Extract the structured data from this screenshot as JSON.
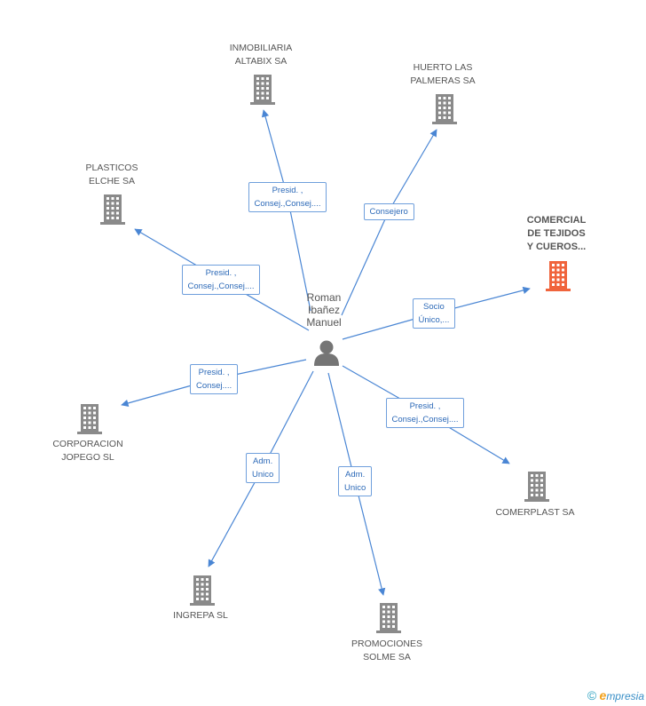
{
  "center": {
    "label_lines": [
      "Roman",
      "Ibañez",
      "Manuel"
    ],
    "icon": "person-icon"
  },
  "companies": [
    {
      "id": "inmobiliaria-altabix",
      "lines": [
        "INMOBILIARIA",
        "ALTABIX SA"
      ],
      "highlight": false
    },
    {
      "id": "huerto-las-palmeras",
      "lines": [
        "HUERTO LAS",
        "PALMERAS SA"
      ],
      "highlight": false
    },
    {
      "id": "plasticos-elche",
      "lines": [
        "PLASTICOS",
        "ELCHE SA"
      ],
      "highlight": false
    },
    {
      "id": "comercial-tejidos",
      "lines": [
        "COMERCIAL",
        "DE TEJIDOS",
        "Y CUEROS..."
      ],
      "highlight": true
    },
    {
      "id": "corporacion-jopego",
      "lines": [
        "CORPORACION",
        "JOPEGO SL"
      ],
      "highlight": false
    },
    {
      "id": "comerplast",
      "lines": [
        "COMERPLAST SA"
      ],
      "highlight": false
    },
    {
      "id": "ingrepa",
      "lines": [
        "INGREPA SL"
      ],
      "highlight": false
    },
    {
      "id": "promociones-solme",
      "lines": [
        "PROMOCIONES",
        "SOLME SA"
      ],
      "highlight": false
    }
  ],
  "relations": [
    {
      "target": "inmobiliaria-altabix",
      "lines": [
        "Presid. ,",
        "Consej.,Consej...."
      ]
    },
    {
      "target": "huerto-las-palmeras",
      "lines": [
        "Consejero"
      ]
    },
    {
      "target": "plasticos-elche",
      "lines": [
        "Presid. ,",
        "Consej.,Consej...."
      ]
    },
    {
      "target": "comercial-tejidos",
      "lines": [
        "Socio",
        "Único,..."
      ]
    },
    {
      "target": "corporacion-jopego",
      "lines": [
        "Presid. ,",
        "Consej...."
      ]
    },
    {
      "target": "comerplast",
      "lines": [
        "Presid. ,",
        "Consej.,Consej...."
      ]
    },
    {
      "target": "ingrepa",
      "lines": [
        "Adm.",
        "Unico"
      ]
    },
    {
      "target": "promociones-solme",
      "lines": [
        "Adm.",
        "Unico"
      ]
    }
  ],
  "colors": {
    "edge": "#4a86d4",
    "building": "#8a8a8a",
    "building_highlight": "#f0643c",
    "person": "#757575"
  },
  "footer": {
    "copyright": "©",
    "brand_initial": "e",
    "brand_rest": "mpresia"
  }
}
